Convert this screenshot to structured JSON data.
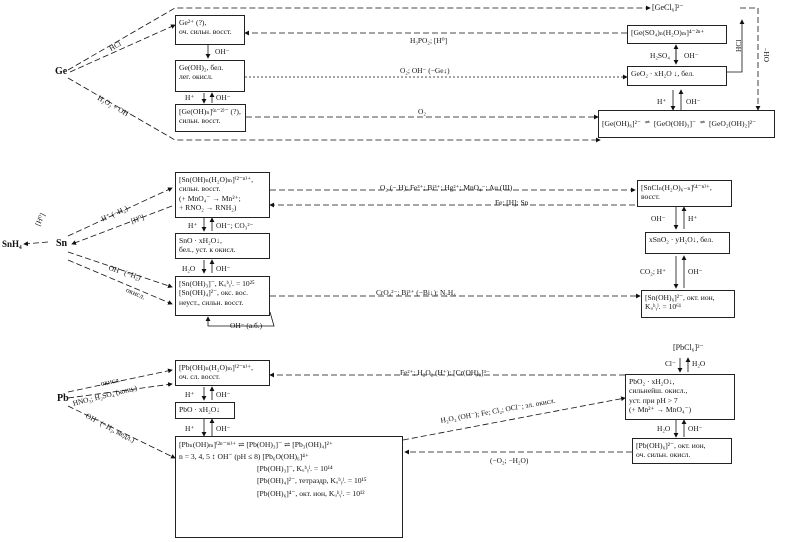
{
  "elements": {
    "ge": "Ge",
    "sn": "Sn",
    "pb": "Pb",
    "snh4": "SnH₄"
  },
  "boxes": {
    "ge_ion": [
      "Ge²⁺ (?),",
      "оч. сильн. восст."
    ],
    "ge_oh2": [
      "Ge(OH)₂, бел.",
      "лег. окисл."
    ],
    "ge_hydroxo": [
      "[Ge(OH)ₙ]⁽ⁿ⁻²⁾⁻ (?),",
      "сильн. восст."
    ],
    "gecl4": "[GeCl₆]²⁻",
    "ge_so4": "[Ge(SO₄)ₙ(H₂O)ₘ]⁴⁻²ⁿ⁺",
    "geo2": "GeO₂ · xH₂O ↓, бел.",
    "ge_ox_chain": [
      "[Ge(OH)₆]²⁻",
      "[GeO(OH)₃]⁻",
      "[GeO₂(OH)₂]²⁻"
    ],
    "sn_aqua": [
      "[Sn(OH)ₙ(H₂O)ₘ]⁽²⁻ⁿ⁾⁺,",
      "сильн. восст.",
      "(+ MnO₄⁻ → Mn²⁺;",
      "+ RNO₂ → RNH₂)"
    ],
    "sno": [
      "SnO · xH₂O↓,",
      "бел., уст. к окисл."
    ],
    "sn_oh3": [
      "[Sn(OH)₃]⁻, Kᵤᵇᵧˡ. = 10²⁵",
      "[Sn(OH)₄]²⁻, окс. вос.",
      "неуст., сильн. восст."
    ],
    "sncl_iv": [
      "[SnClₙ(H₂O)₆₋ₙ]⁽⁴⁻ⁿ⁾⁺,",
      "восст."
    ],
    "sno2": "xSnO₂ · yH₂O↓, бел.",
    "sn_oh6": [
      "[Sn(OH)₆]²⁻, окт. ион,",
      "Kᵤᵇᵧˡ. = 10⁶¹"
    ],
    "pb_aqua": [
      "[Pb(OH)ₙ(H₂O)ₘ]⁽²⁻ⁿ⁾⁺,",
      "оч. сл. восст."
    ],
    "pbo": "PbO · xH₂O↓",
    "pbcl6": "[PbCl₆]²⁻",
    "pbo2": [
      "PbO₂ · xH₂O↓,",
      "сильнейш. окисл.,",
      "уст. при pH > 7",
      "(+ Mn²⁺ → MnO₄⁻)"
    ],
    "pb_oh6": [
      "[Pb(OH)₆]²⁻, окт. ион,",
      "оч. сильн. окисл."
    ],
    "pb_poly": [
      "[Pbₙ(OH)ₘ]⁽²ⁿ⁻ᵐ⁾⁺ ⇌ [Pb(OH)₃]⁻ ⇌ [Pb₃(OH)₄]²⁺",
      "n = 3, 4, 5          ↕ OH⁻ (pH ≤ 8)  [Pb₆O(OH)₆]⁴⁺",
      "[Pb(OH)₃]⁻, Kᵤᵇᵧˡ. = 10¹⁴",
      "[Pb(OH)₄]²⁻, тетраэдр, Kᵤᵇᵧˡ. = 10¹⁵",
      "[Pb(OH)₆]⁴⁻, окт. ион, Kᵤᵇᵧˡ. = 10¹²"
    ]
  },
  "labels": {
    "ge_hcl": "HCl",
    "ge_h2o2": "H₂O₂ + OH⁻",
    "h3po2": "H₃PO₂; [H⁰]",
    "ge_o2": "O₂; OH⁻ (−Ge↓)",
    "ge_o2b": "O₂",
    "h2so4": "H₂SO₄",
    "oh": "OH⁻",
    "h": "H⁺",
    "h2o": "H₂O",
    "hcl_v": "HCl",
    "sn_ox": "O₂ (− H); Fe³⁺; Bi³⁺; Hg²⁺; MnO₄⁻; Au (III)",
    "sn_red": "Fe; [H]; Sn",
    "sn_h_h2": "H⁺ (−H₂)",
    "sn_h0": "[H⁰]",
    "sn_oh_h2": "OH⁻ (−H₂)",
    "sn_oxid": "окисл.",
    "sn_h_co3": "H⁺",
    "oh_co3": "OH⁻; CO₃²⁻",
    "cro4": "CrO₄²⁻; Bi³⁺ (−Bi↓); N₂H₄",
    "co2_h": "CO₂; H⁺",
    "oh_ab": "OH⁻ (а.б.)",
    "pb_ox1": "окисл.",
    "pb_hno3": "HNO₃; H₂SO₄ (конц.)",
    "pb_oh_h2": "OH⁻ (−H₂, медл.)",
    "pb_fe": "Fe²⁺; H₂O₂ (H⁺); [Cr(OH)₆]³⁻",
    "pb_h2o2": "H₂O₂ (OH⁻); Fe; Cl₂; OCl⁻; эл. окисл.",
    "pb_minus_o2": "(−O₂; −H₂O)",
    "cl": "Cl⁻",
    "oh_m": "OH⁻"
  }
}
